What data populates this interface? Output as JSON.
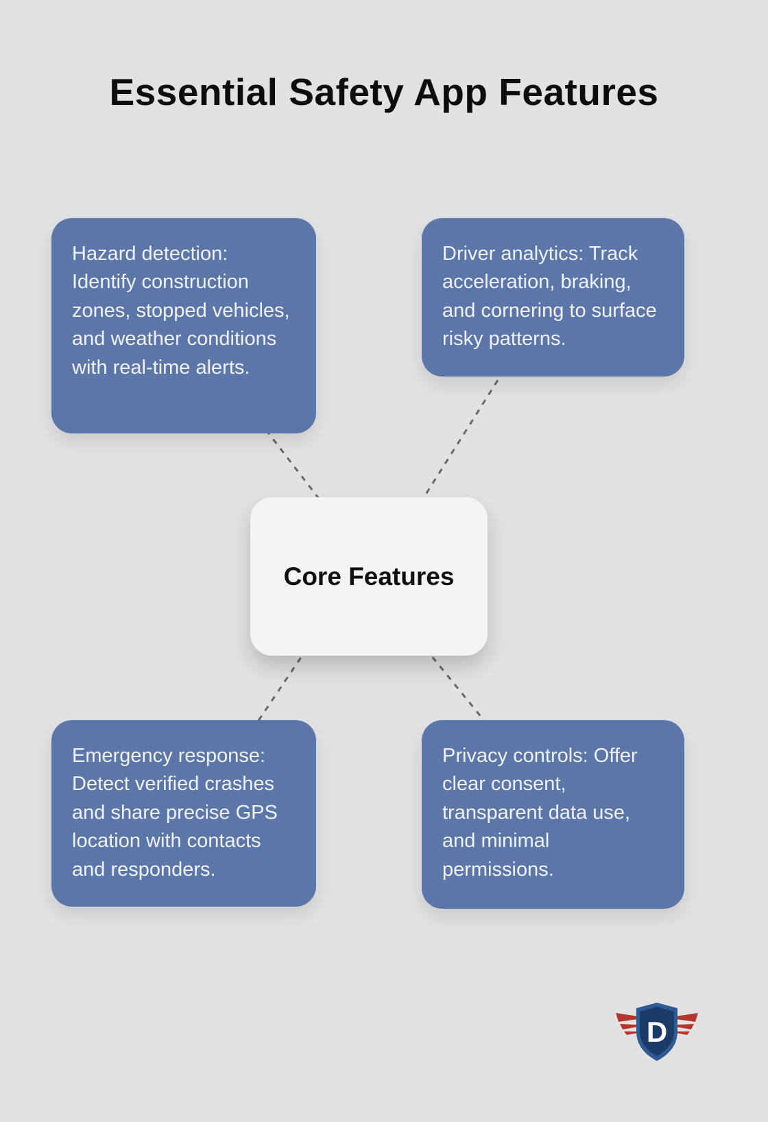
{
  "page": {
    "title": "Essential Safety App Features"
  },
  "diagram": {
    "center_label": "Core Features",
    "nodes": [
      {
        "position": "top-left",
        "text": "Hazard detection: Identify construction zones, stopped vehicles, and weather conditions with real-time alerts."
      },
      {
        "position": "top-right",
        "text": "Driver analytics: Track acceleration, braking, and cornering to surface risky patterns."
      },
      {
        "position": "bottom-left",
        "text": "Emergency response: Detect verified crashes and share precise GPS location with contacts and responders."
      },
      {
        "position": "bottom-right",
        "text": "Privacy controls: Offer clear consent, transparent data use, and minimal permissions."
      }
    ],
    "colors": {
      "background": "#e2e1e3",
      "node_fill": "#5b76a9",
      "node_text": "#f1f2f5",
      "center_fill": "#f4f4f6",
      "center_text": "#101010",
      "connector": "#696969",
      "logo_red": "#b5362c",
      "logo_navy": "#1b3a66",
      "logo_blue": "#2e5b94"
    }
  },
  "logo": {
    "letter": "D"
  }
}
